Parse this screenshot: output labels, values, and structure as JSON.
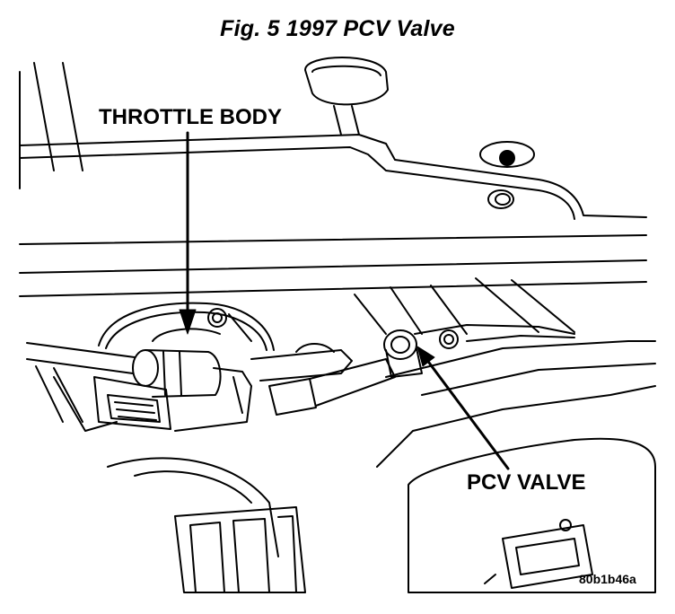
{
  "figure": {
    "title": "Fig. 5 1997 PCV Valve",
    "reference_code": "80b1b46a"
  },
  "callouts": {
    "throttle_body": "THROTTLE BODY",
    "pcv_valve": "PCV VALVE"
  },
  "colors": {
    "ink": "#000000",
    "paper": "#ffffff"
  }
}
